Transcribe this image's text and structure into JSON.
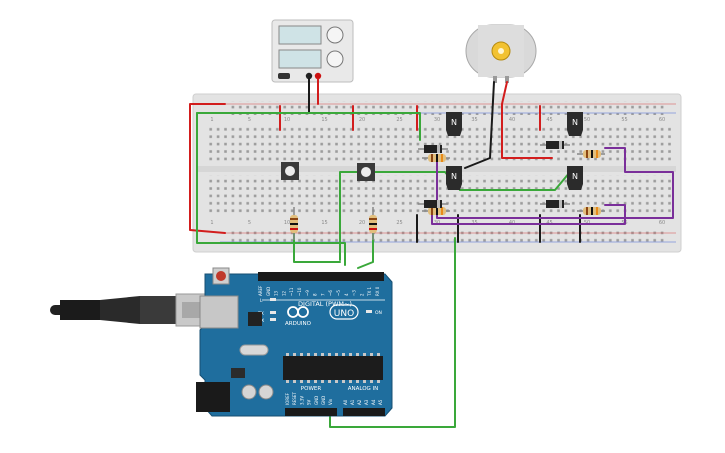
{
  "arduino": {
    "brand": "ARDUINO",
    "model": "UNO",
    "digital_label": "DIGITAL (PWM~)",
    "power_label": "POWER",
    "analog_label": "ANALOG IN",
    "on_label": "ON",
    "led_labels": [
      "L",
      "TX",
      "RX"
    ],
    "digital_pins": [
      "AREF",
      "GND",
      "13",
      "12",
      "~11",
      "~10",
      "~9",
      "8",
      "7",
      "~6",
      "~5",
      "4",
      "~3",
      "2",
      "TX 1",
      "RX 0"
    ],
    "power_pins": [
      "IOREF",
      "RESET",
      "3.3V",
      "5V",
      "GND",
      "GND",
      "Vin"
    ],
    "analog_pins": [
      "A0",
      "A1",
      "A2",
      "A3",
      "A4",
      "A5"
    ]
  },
  "breadboard": {
    "column_numbers": [
      "1",
      "5",
      "10",
      "15",
      "20",
      "25",
      "30",
      "35",
      "40",
      "45",
      "50",
      "55",
      "60"
    ]
  },
  "transistors": {
    "label": "N"
  },
  "colors": {
    "wire_green": "#3aa83a",
    "wire_red": "#d21d1d",
    "wire_black": "#1a1a1a",
    "wire_purple": "#7a2f9a",
    "board_blue": "#1f6e9e",
    "breadboard": "#e6e6e6"
  }
}
